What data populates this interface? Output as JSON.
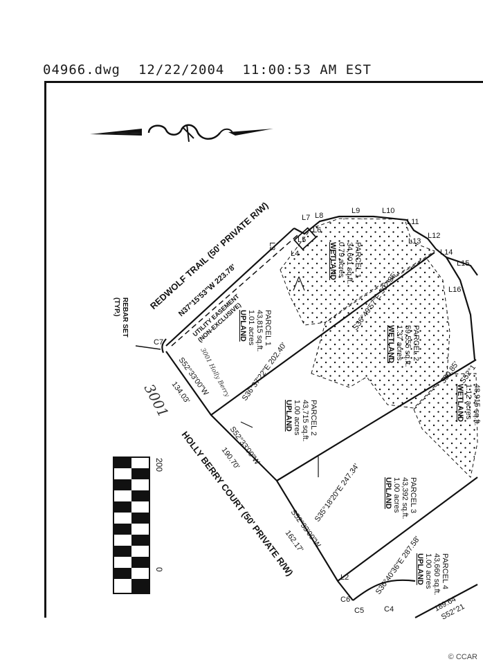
{
  "header": {
    "filename": "04966.dwg",
    "date": "12/22/2004",
    "time": "11:00:53 AM EST"
  },
  "roads": {
    "redwolf": "REDWOLF TRAIL (50' PRIVATE R/W)",
    "redwolf_bearing": "N37°15'53\"W 223.78'",
    "holly": "HOLLY BERRY COURT (50' PRIVATE R/W)"
  },
  "easement": [
    "UTILITY EASEMENT",
    "(NON-EXCLUSIVE)"
  ],
  "rebar": [
    "REBAR SET",
    "(TYP.)"
  ],
  "handwritten": {
    "address": "3001",
    "note": "3001 Holly Berry"
  },
  "line_labels": [
    "L3",
    "L4",
    "L5",
    "L6",
    "L7",
    "L8",
    "L9",
    "L10",
    "L11",
    "L12",
    "L13",
    "L14",
    "L15",
    "L16",
    "L2",
    "C4",
    "C5",
    "C6",
    "C7"
  ],
  "parcels_left": [
    {
      "title": "PARCEL 1",
      "sqft": "43,815 sq.ft.",
      "acres": "1.01 acres",
      "type": "UPLAND"
    },
    {
      "title": "PARCEL 2",
      "sqft": "43,715 sq.ft.",
      "acres": "1.00 acres",
      "type": "UPLAND"
    },
    {
      "title": "PARCEL 3",
      "sqft": "43,392 sq.ft.",
      "acres": "1.00 acres",
      "type": "UPLAND"
    },
    {
      "title": "PARCEL 4",
      "sqft": "43,660 sq.ft.",
      "acres": "1.00 acres",
      "type": "UPLAND"
    }
  ],
  "parcels_wetland": [
    {
      "title": "PARCEL 1",
      "sqft": "34,601 sq.ft.",
      "acres": "0.79 acres",
      "type": "WETLAND"
    },
    {
      "title": "PARCEL 2",
      "sqft": "59,555 sq.ft.",
      "acres": "1.37 acres",
      "type": "WETLAND"
    }
  ],
  "partial_parcel": {
    "sqft": "48,915 sq.ft.",
    "acres": "1.12 acres",
    "type": "WETLAND"
  },
  "bearings": {
    "b1": "S36°37'22\"E 202.40'",
    "b2": "S36°49'57\"E 302.85'",
    "b3": "S35°18'20\"E 247.34'",
    "b4": "S36°40'36\"E 287.58'",
    "b5": "S52°33'00\"W",
    "b5d": "134.03'",
    "b6": "S52°33'00\"W",
    "b6d": "190.70'",
    "b7": "S52°33'00\"W",
    "b7d": "162.17'",
    "e1": "330.85'",
    "e2": "S52°1",
    "e3": "189.64'",
    "e4": "S52°21"
  },
  "scale_bar": {
    "labels": [
      "200",
      "0"
    ]
  },
  "watermark": "© CCAR"
}
